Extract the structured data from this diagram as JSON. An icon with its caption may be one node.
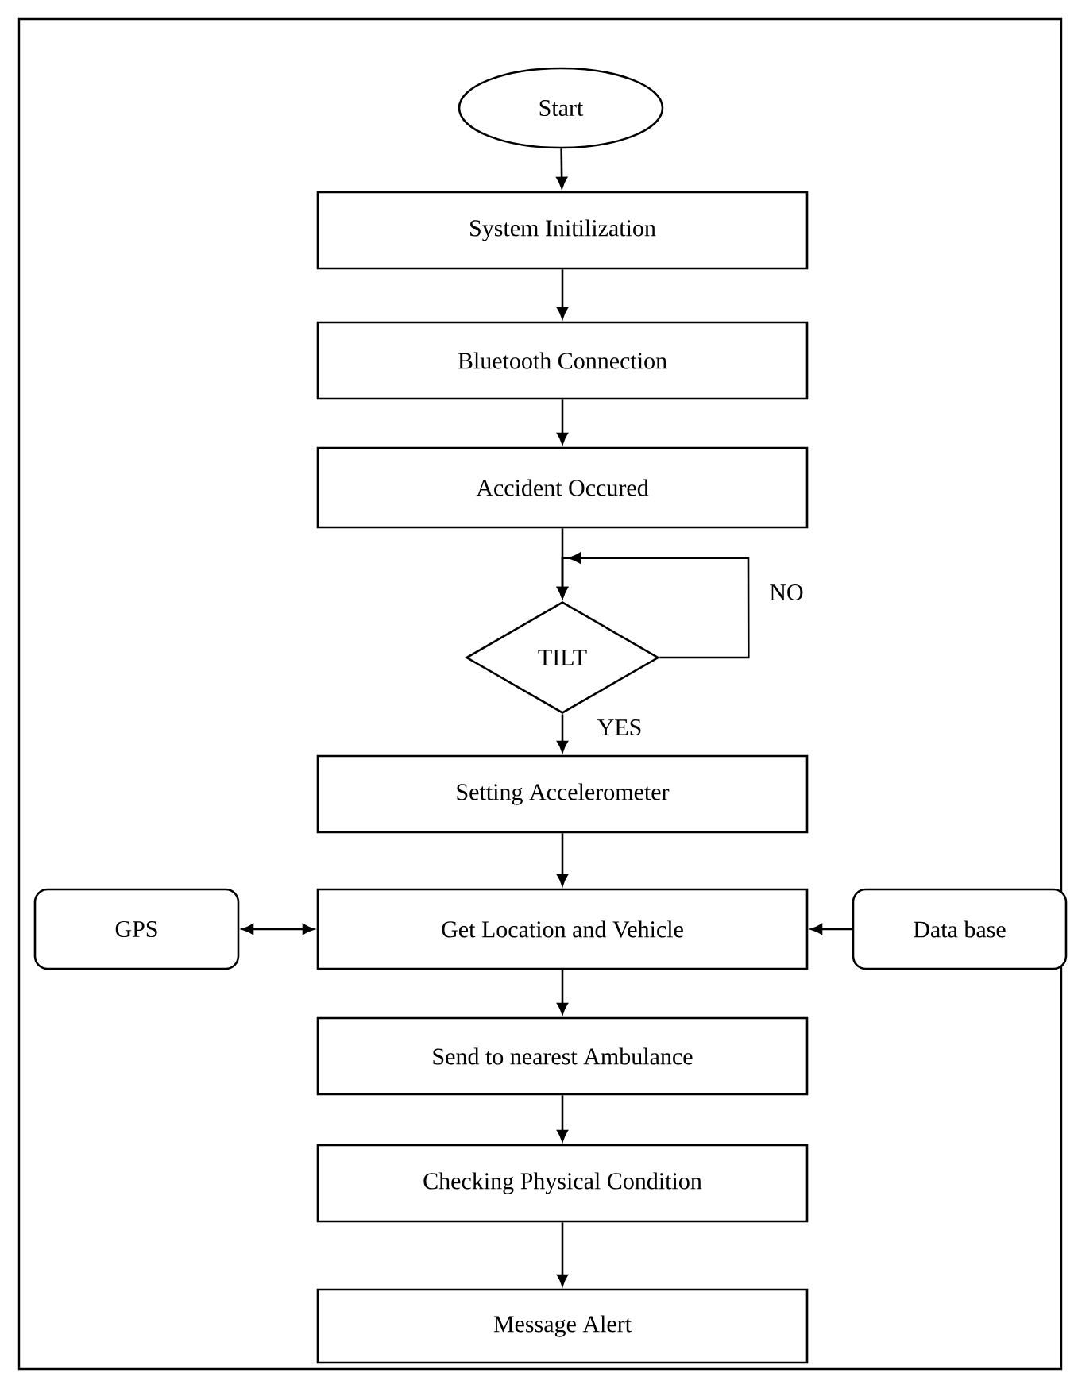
{
  "diagram": {
    "nodes": [
      {
        "text": [
          "Start"
        ]
      },
      {
        "text": [
          "System Initilization"
        ]
      },
      {
        "text": [
          "Bluetooth Connection"
        ]
      },
      {
        "text": [
          "Accident Occured"
        ]
      },
      {
        "text": [
          "TILT"
        ]
      },
      {
        "text": [
          "Setting Accelerometer"
        ]
      },
      {
        "text": [
          "Get Location and Vehicle"
        ]
      },
      {
        "text": [
          "GPS"
        ]
      },
      {
        "text": [
          "Data base"
        ]
      },
      {
        "text": [
          "Send to nearest Ambulance"
        ]
      },
      {
        "text": [
          "Checking Physical Condition"
        ]
      },
      {
        "text": [
          "Message Alert"
        ]
      }
    ],
    "edges": [
      {
        "from": 0,
        "to": 1,
        "arrow": "to"
      },
      {
        "from": 1,
        "to": 2,
        "arrow": "to"
      },
      {
        "from": 2,
        "to": 3,
        "arrow": "to"
      },
      {
        "from": 3,
        "to": 4,
        "arrow": "to"
      },
      {
        "from": 4,
        "to": 4,
        "arrow": "to",
        "label": "NO"
      },
      {
        "from": 4,
        "to": 5,
        "arrow": "to",
        "label": "YES"
      },
      {
        "from": 5,
        "to": 6,
        "arrow": "to"
      },
      {
        "from": 6,
        "to": 7,
        "arrow": "both"
      },
      {
        "from": 8,
        "to": 6,
        "arrow": "to"
      },
      {
        "from": 6,
        "to": 9,
        "arrow": "to"
      },
      {
        "from": 9,
        "to": 10,
        "arrow": "to"
      },
      {
        "from": 10,
        "to": 11,
        "arrow": "to"
      }
    ]
  }
}
